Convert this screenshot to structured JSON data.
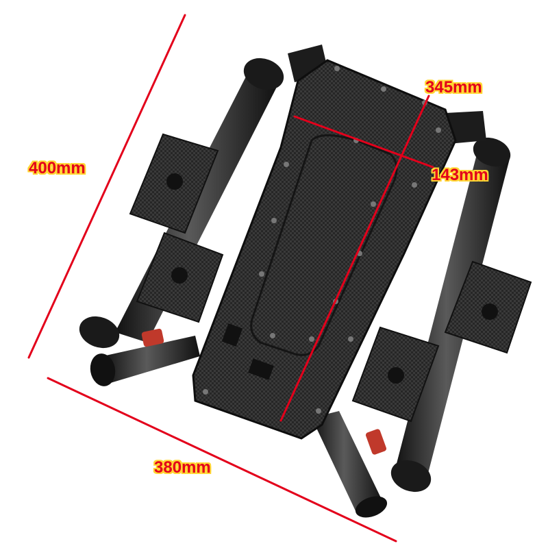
{
  "image": {
    "subject": "carbon-fiber-drone-frame",
    "background_color": "#ffffff"
  },
  "dimensions": {
    "height": {
      "label": "400mm"
    },
    "width": {
      "label": "380mm"
    },
    "plate_length": {
      "label": "345mm"
    },
    "plate_width": {
      "label": "143mm"
    }
  },
  "colors": {
    "dimension_line": "#e3001b",
    "label_text": "#e3001b",
    "label_outline": "#ffd633",
    "carbon": "#2a2a2a",
    "carbon_light": "#555555",
    "tube_accent": "#d62828"
  }
}
